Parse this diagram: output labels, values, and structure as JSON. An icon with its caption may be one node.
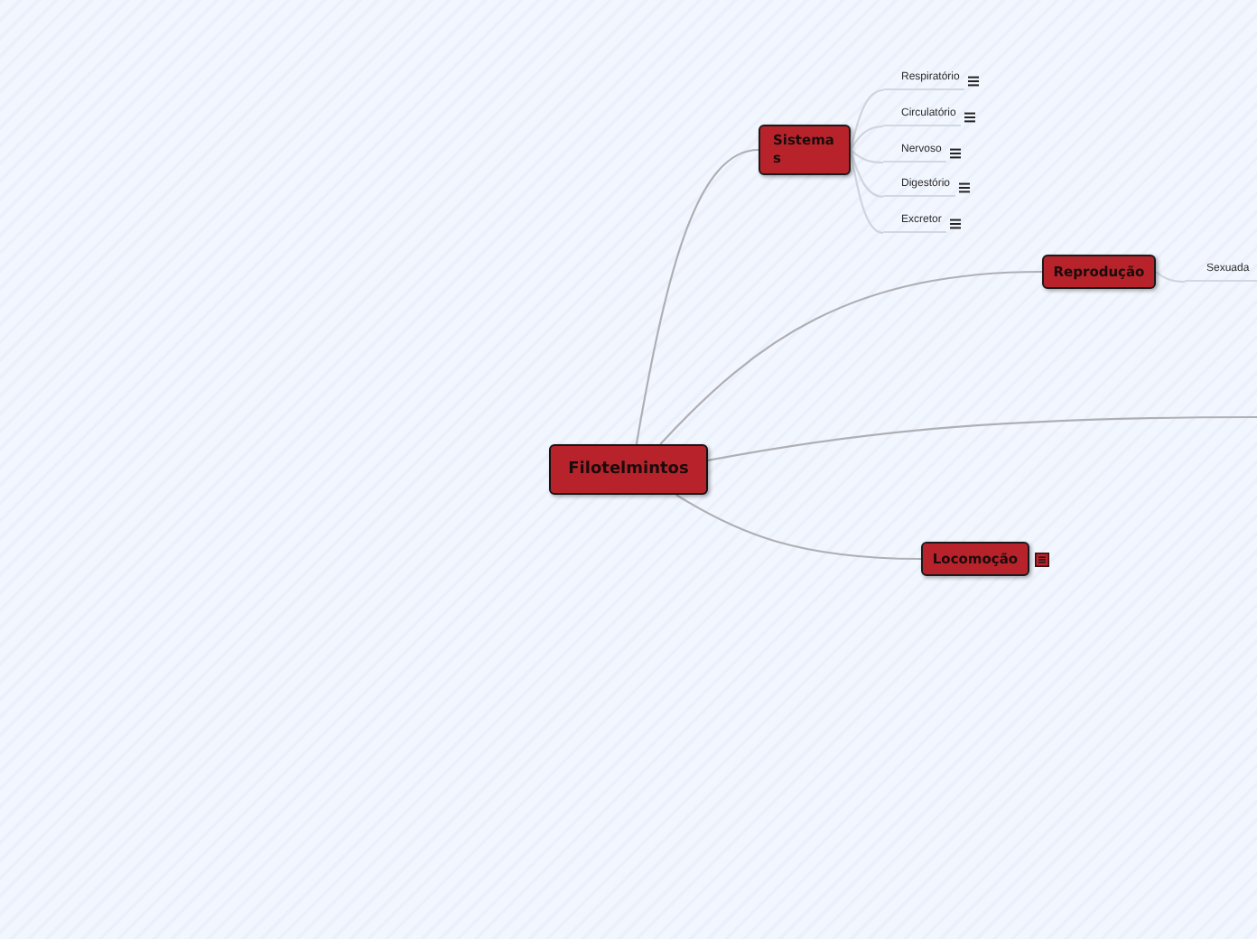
{
  "diagram": {
    "nodes": [
      {
        "text": [
          "Filotelmintos"
        ]
      },
      {
        "text": [
          "Sistemas"
        ]
      },
      {
        "text": [
          "Respiratório"
        ]
      },
      {
        "text": [
          "Circulatório"
        ]
      },
      {
        "text": [
          "Nervoso"
        ]
      },
      {
        "text": [
          "Digestório"
        ]
      },
      {
        "text": [
          "Excretor"
        ]
      },
      {
        "text": [
          "Reprodução"
        ]
      },
      {
        "text": [
          "Sexuada"
        ]
      },
      {
        "text": [
          "Locomoção"
        ]
      }
    ],
    "edges": [
      {
        "from": 0,
        "to": 1,
        "arrow": "none",
        "color": "#afb0b6"
      },
      {
        "from": 1,
        "to": 2,
        "arrow": "none"
      },
      {
        "from": 1,
        "to": 3,
        "arrow": "none"
      },
      {
        "from": 1,
        "to": 4,
        "arrow": "none"
      },
      {
        "from": 1,
        "to": 5,
        "arrow": "none"
      },
      {
        "from": 1,
        "to": 6,
        "arrow": "none"
      },
      {
        "from": 0,
        "to": 7,
        "arrow": "none",
        "color": "#afb0b6"
      },
      {
        "from": 7,
        "to": 8,
        "arrow": "none"
      },
      {
        "from": 0,
        "to": null,
        "arrow": "none",
        "color": "#afb0b6"
      },
      {
        "from": 0,
        "to": 9,
        "arrow": "none",
        "color": "#afb0b6"
      }
    ]
  }
}
